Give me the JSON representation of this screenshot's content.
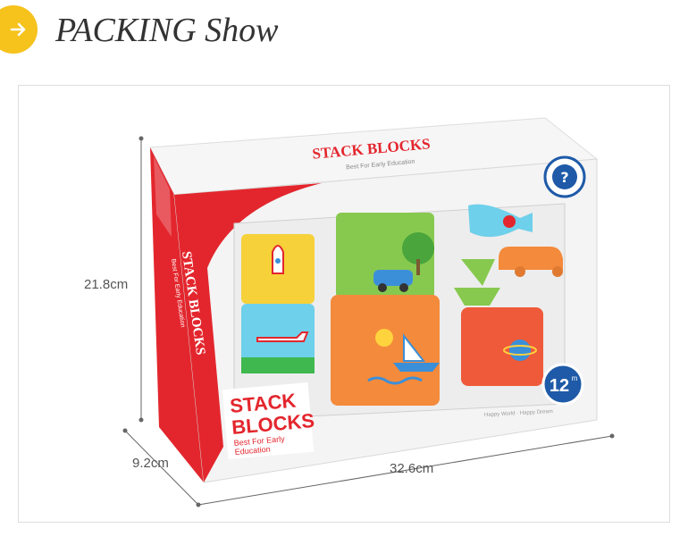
{
  "header": {
    "title": "PACKING Show",
    "icon": "arrow-right-icon",
    "accent_color": "#f6c21c"
  },
  "dimensions": {
    "height": "21.8cm",
    "depth": "9.2cm",
    "width": "32.6cm"
  },
  "package": {
    "top_label": "STACK BLOCKS",
    "top_tagline": "Best For Early Education",
    "side_label": "STACK BLOCKS",
    "side_tagline": "Best For Early Education",
    "front_label_line1": "STACK",
    "front_label_line2": "BLOCKS",
    "front_tagline_line1": "Best For Early",
    "front_tagline_line2": "Education",
    "age_badge": "12",
    "age_unit": "m",
    "slogan": "Happy World · Happy Dream",
    "brand_color": "#e3262d"
  }
}
